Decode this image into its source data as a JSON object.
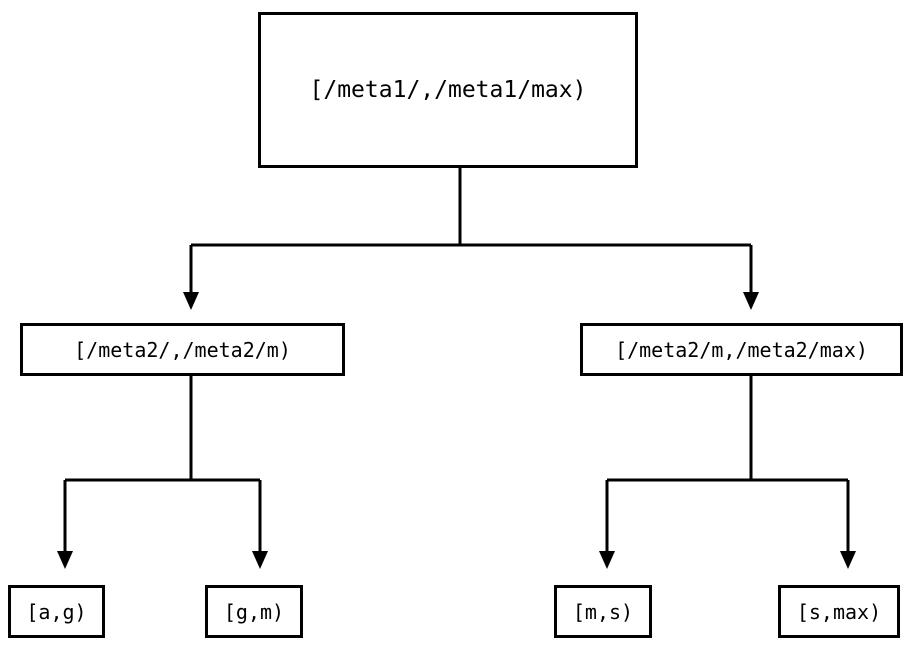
{
  "diagram": {
    "title": "range-partition-tree",
    "type": "tree",
    "background_color": "#ffffff",
    "stroke_color": "#000000",
    "text_color": "#000000",
    "edge_style": "orthogonal",
    "arrowhead": "filled-triangle",
    "levels": 3,
    "nodes": {
      "root": {
        "label": "[/meta1/,/meta1/max)",
        "level": 0
      },
      "mid_left": {
        "label": "[/meta2/,/meta2/m)",
        "level": 1
      },
      "mid_right": {
        "label": "[/meta2/m,/meta2/max)",
        "level": 1
      },
      "leaf_ag": {
        "label": "[a,g)",
        "level": 2
      },
      "leaf_gm": {
        "label": "[g,m)",
        "level": 2
      },
      "leaf_ms": {
        "label": "[m,s)",
        "level": 2
      },
      "leaf_smax": {
        "label": "[s,max)",
        "level": 2
      }
    },
    "edges": [
      {
        "from": "root",
        "to": "mid_left"
      },
      {
        "from": "root",
        "to": "mid_right"
      },
      {
        "from": "mid_left",
        "to": "leaf_ag"
      },
      {
        "from": "mid_left",
        "to": "leaf_gm"
      },
      {
        "from": "mid_right",
        "to": "leaf_ms"
      },
      {
        "from": "mid_right",
        "to": "leaf_smax"
      }
    ]
  }
}
